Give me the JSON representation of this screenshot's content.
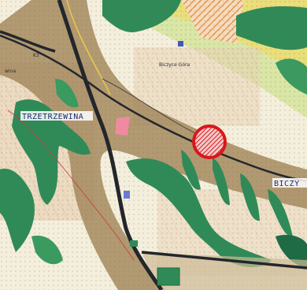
{
  "map": {
    "labels": {
      "village_west": "TRZETRZEWINA",
      "village_east": "BICZY",
      "small_top": "Biczyce Góra",
      "small_left": "wina",
      "road_code": "K3"
    },
    "colors": {
      "background": "#f4efdc",
      "forest": "#2f8a57",
      "forest_dark": "#1f6b45",
      "meadow": "#d9e6a6",
      "yellow_zone": "#e9de7a",
      "corridor": "#a58a5f",
      "road": "#23272c",
      "marker": "#d9171b",
      "orange_hatch": "#e39a52",
      "pink_zone": "#f08aa0",
      "blue_square": "#4457b5"
    }
  }
}
